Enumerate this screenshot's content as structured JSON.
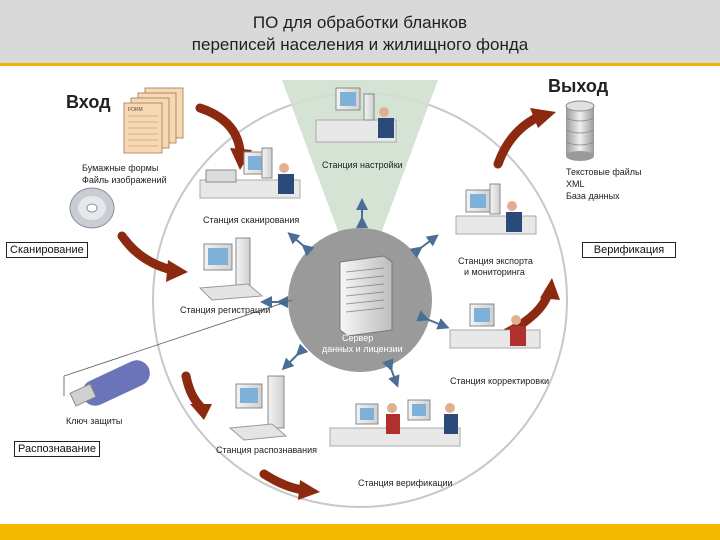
{
  "title": {
    "line1": "ПО для обработки бланков",
    "line2": "переписей населения и жилищного фонда"
  },
  "input": {
    "heading": "Вход",
    "form_label": "FORM",
    "sources": [
      "Бумажные формы",
      "Файль изображений"
    ]
  },
  "output": {
    "heading": "Выход",
    "formats": [
      "Текстовые файлы",
      "XML",
      "База данных"
    ]
  },
  "stations": {
    "setup": "Станция настройки",
    "scanning": "Станция сканирования",
    "registration": "Станция регистрации",
    "recognition": "Станция распознавания",
    "verification": "Станция верификации",
    "correction": "Станция корректировки",
    "export": [
      "Станция экспорта",
      "и мониторинга"
    ]
  },
  "server": [
    "Сервер",
    "данных и лицензии"
  ],
  "key_label": "Ключ защиты",
  "stages": {
    "scanning": "Сканирование",
    "recognition": "Распознавание",
    "verification": "Верификация"
  },
  "colors": {
    "header_bg": "#d9d9d9",
    "accent_bar": "#f2b900",
    "arrow": "#8b2a10",
    "server_circle": "#9a9a9a",
    "sector": "#cfe0cf",
    "double_arrow": "#4a6e96"
  }
}
